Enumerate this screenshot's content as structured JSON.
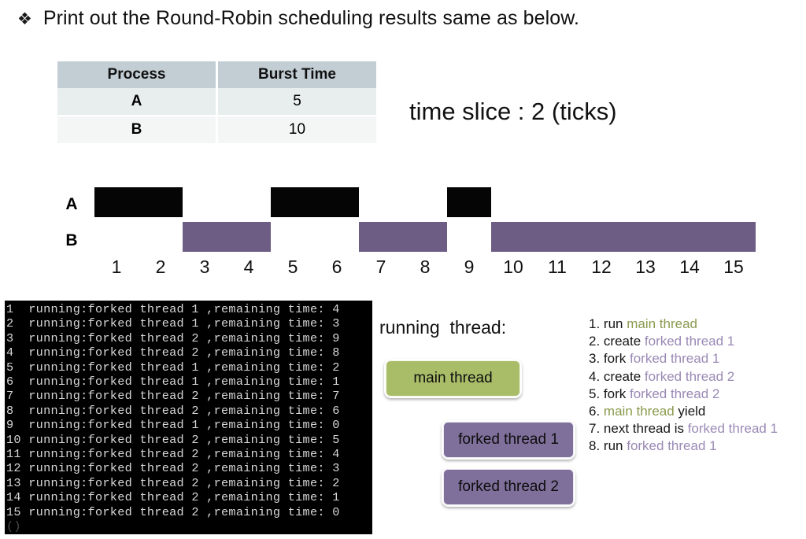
{
  "heading": {
    "bullet_icon": "diamond-bullet-icon",
    "text": "Print out the Round-Robin scheduling results same as below."
  },
  "process_table": {
    "columns": [
      "Process",
      "Burst Time"
    ],
    "rows": [
      {
        "process": "A",
        "burst_time": "5"
      },
      {
        "process": "B",
        "burst_time": "10"
      }
    ]
  },
  "time_slice_note": "time slice : 2 (ticks)",
  "chart_data": {
    "type": "bar",
    "title": "",
    "xlabel": "",
    "ylabel": "",
    "orientation": "horizontal-timeline",
    "tick_labels": [
      "1",
      "2",
      "3",
      "4",
      "5",
      "6",
      "7",
      "8",
      "9",
      "10",
      "11",
      "12",
      "13",
      "14",
      "15"
    ],
    "xlim": [
      0,
      15
    ],
    "grid": false,
    "legend": "none",
    "row_labels": [
      "A",
      "B"
    ],
    "colors": {
      "A": "#050505",
      "B": "#6d5d84"
    },
    "series": [
      {
        "name": "A",
        "color": "#050505",
        "segments": [
          {
            "start": 0,
            "end": 2
          },
          {
            "start": 4,
            "end": 6
          },
          {
            "start": 8,
            "end": 9
          }
        ]
      },
      {
        "name": "B",
        "color": "#6d5d84",
        "segments": [
          {
            "start": 2,
            "end": 4
          },
          {
            "start": 6,
            "end": 8
          },
          {
            "start": 9,
            "end": 15
          }
        ]
      }
    ]
  },
  "terminal": {
    "lines": [
      "1  running:forked thread 1 ,remaining time: 4",
      "2  running:forked thread 1 ,remaining time: 3",
      "3  running:forked thread 2 ,remaining time: 9",
      "4  running:forked thread 2 ,remaining time: 8",
      "5  running:forked thread 1 ,remaining time: 2",
      "6  running:forked thread 1 ,remaining time: 1",
      "7  running:forked thread 2 ,remaining time: 7",
      "8  running:forked thread 2 ,remaining time: 6",
      "9  running:forked thread 1 ,remaining time: 0",
      "10 running:forked thread 2 ,remaining time: 5",
      "11 running:forked thread 2 ,remaining time: 4",
      "12 running:forked thread 2 ,remaining time: 3",
      "13 running:forked thread 2 ,remaining time: 2",
      "14 running:forked thread 2 ,remaining time: 1",
      "15 running:forked thread 2 ,remaining time: 0"
    ],
    "partial_line": "()"
  },
  "running_thread": {
    "label": "running  thread:",
    "boxes": [
      {
        "label": "main thread",
        "color": "#a9bd69"
      },
      {
        "label": "forked thread 1",
        "color": "#7f6f9b"
      },
      {
        "label": "forked thread 2",
        "color": "#7f6f9b"
      }
    ]
  },
  "steps": {
    "colors": {
      "main": "#8a9a4e",
      "forked": "#9a8ab5",
      "plain": "#161616"
    },
    "items": [
      {
        "number": "1.",
        "parts": [
          {
            "t": " run ",
            "c": "plain"
          },
          {
            "t": "main thread",
            "c": "main"
          }
        ]
      },
      {
        "number": "2.",
        "parts": [
          {
            "t": " create ",
            "c": "plain"
          },
          {
            "t": "forked thread 1",
            "c": "forked"
          }
        ]
      },
      {
        "number": "3.",
        "parts": [
          {
            "t": " fork ",
            "c": "plain"
          },
          {
            "t": "forked thread 1",
            "c": "forked"
          }
        ]
      },
      {
        "number": "4.",
        "parts": [
          {
            "t": " create ",
            "c": "plain"
          },
          {
            "t": "forked thread 2",
            "c": "forked"
          }
        ]
      },
      {
        "number": "5.",
        "parts": [
          {
            "t": " fork ",
            "c": "plain"
          },
          {
            "t": "forked thread 2",
            "c": "forked"
          }
        ]
      },
      {
        "number": "6.",
        "parts": [
          {
            "t": " ",
            "c": "plain"
          },
          {
            "t": "main thread",
            "c": "main"
          },
          {
            "t": " yield",
            "c": "plain"
          }
        ]
      },
      {
        "number": "7.",
        "parts": [
          {
            "t": " next thread is ",
            "c": "plain"
          },
          {
            "t": "forked thread 1",
            "c": "forked"
          }
        ]
      },
      {
        "number": "8.",
        "parts": [
          {
            "t": " run ",
            "c": "plain"
          },
          {
            "t": "forked thread 1",
            "c": "forked"
          }
        ]
      }
    ]
  }
}
